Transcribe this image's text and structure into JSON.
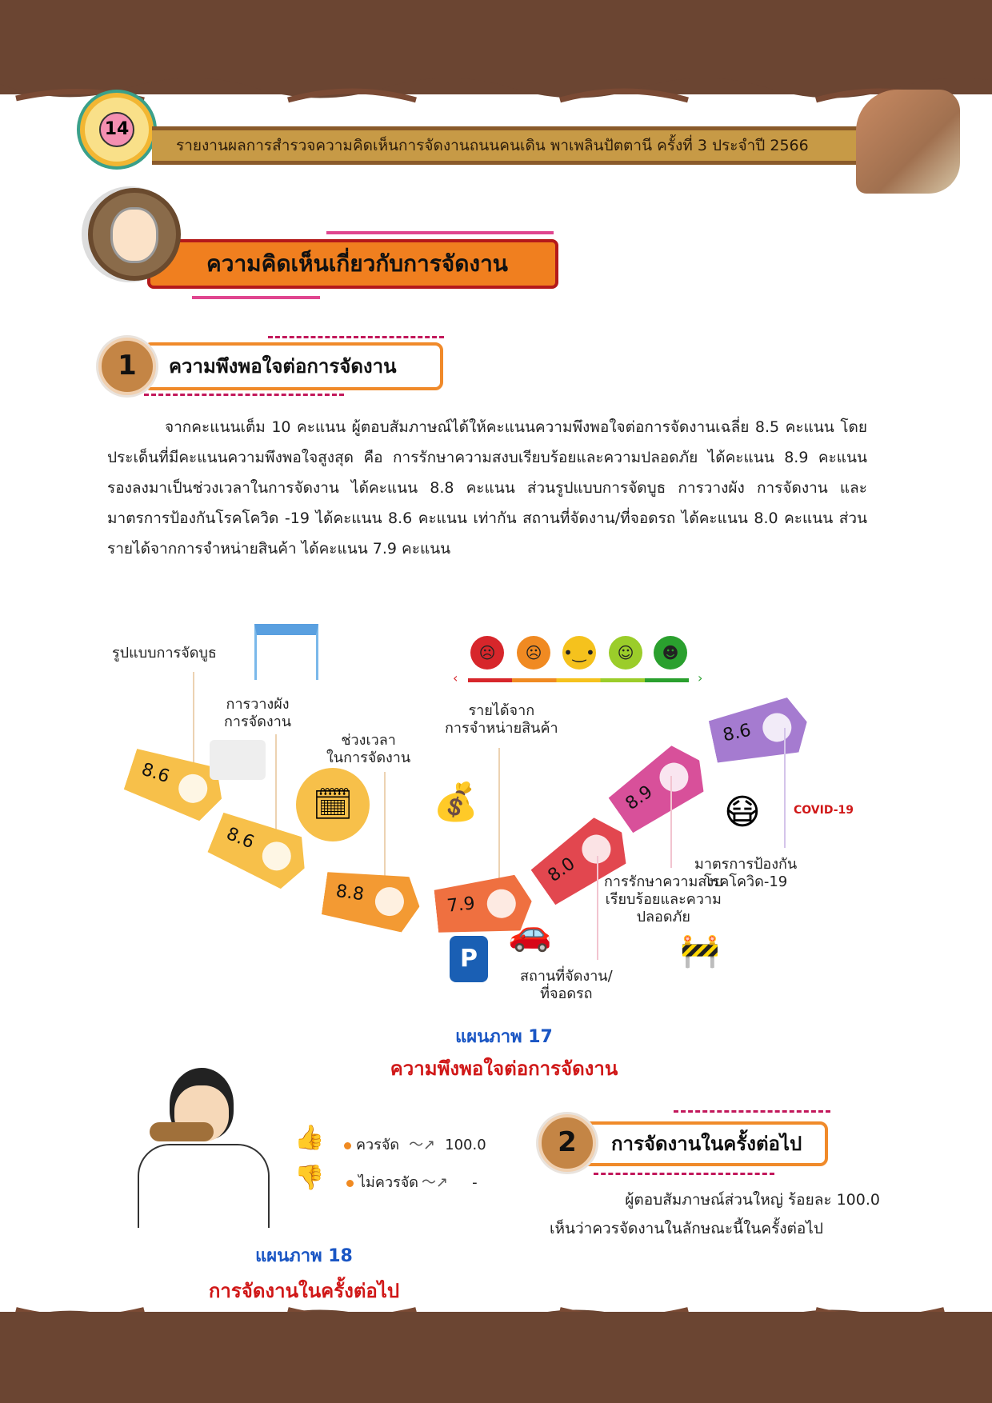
{
  "header": {
    "page_number": "14",
    "title": "รายงานผลการสำรวจความคิดเห็นการจัดงานถนนคนเดิน พาเพลินปัตตานี ครั้งที่ 3 ประจำปี 2566"
  },
  "main_title": "ความคิดเห็นเกี่ยวกับการจัดงาน",
  "section1": {
    "number": "1",
    "title": "ความพึงพอใจต่อการจัดงาน",
    "paragraph": "จากคะแนนเต็ม 10 คะแนน ผู้ตอบสัมภาษณ์ได้ให้คะแนนความพึงพอใจต่อการจัดงานเฉลี่ย 8.5 คะแนน โดยประเด็นที่มีคะแนนความพึงพอใจสูงสุด คือ การรักษาความสงบเรียบร้อยและความปลอดภัย ได้คะแนน 8.9 คะแนน รองลงมาเป็นช่วงเวลาในการจัดงาน ได้คะแนน 8.8 คะแนน ส่วนรูปแบบการจัดบูธ การวางผัง การจัดงาน และมาตรการป้องกันโรคโควิด -19 ได้คะแนน 8.6 คะแนน เท่ากัน สถานที่จัดงาน/ที่จอดรถ ได้คะแนน 8.0 คะแนน ส่วนรายได้จากการจำหน่ายสินค้า ได้คะแนน 7.9  คะแนน"
  },
  "infographic": {
    "scale_colors": [
      "#d7262b",
      "#f08a22",
      "#f5c21d",
      "#9bcd2a",
      "#2aa02e"
    ],
    "items": [
      {
        "label": "รูปแบบการจัดบูธ",
        "score": "8.6",
        "color": "#f7c04a"
      },
      {
        "label_1": "การวางผัง",
        "label_2": "การจัดงาน",
        "score": "8.6",
        "color": "#f7c04a"
      },
      {
        "label_1": "ช่วงเวลา",
        "label_2": "ในการจัดงาน",
        "score": "8.8",
        "color": "#f39a33"
      },
      {
        "label_1": "รายได้จาก",
        "label_2": "การจำหน่ายสินค้า",
        "score": "7.9",
        "color": "#ef7040"
      },
      {
        "label_1": "สถานที่จัดงาน/",
        "label_2": "ที่จอดรถ",
        "score": "8.0",
        "color": "#e2474f"
      },
      {
        "label_1": "การรักษาความสงบ",
        "label_2": "เรียบร้อยและความ",
        "label_3": "ปลอดภัย",
        "score": "8.9",
        "color": "#d8509a"
      },
      {
        "label_1": "มาตรการป้องกัน",
        "label_2": "โรคโควิด-19",
        "score": "8.6",
        "color": "#a57bd0"
      }
    ],
    "covid_badge": "COVID-19",
    "parking_sign": "P"
  },
  "figure17": {
    "number": "แผนภาพ 17",
    "title": "ความพึงพอใจต่อการจัดงาน"
  },
  "votes": [
    {
      "label": "ควรจัด",
      "value": "100.0"
    },
    {
      "label": "ไม่ควรจัด",
      "value": "-"
    }
  ],
  "section2": {
    "number": "2",
    "title": "การจัดงานในครั้งต่อไป",
    "line1": "ผู้ตอบสัมภาษณ์ส่วนใหญ่ ร้อยละ 100.0",
    "line2": "เห็นว่าควรจัดงานในลักษณะนี้ในครั้งต่อไป"
  },
  "figure18": {
    "number": "แผนภาพ 18",
    "title": "การจัดงานในครั้งต่อไป"
  }
}
